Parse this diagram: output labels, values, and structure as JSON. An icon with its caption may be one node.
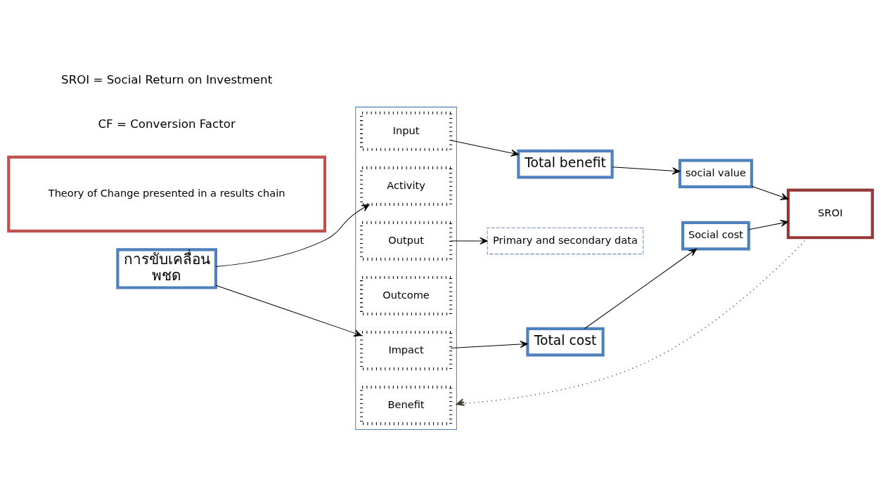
{
  "diagram": {
    "nodes": [
      {
        "text": [
          "การขับเคลื่อน",
          "พชด"
        ]
      },
      {
        "text": [],
        "shape": "box"
      },
      {
        "text": [
          "Input"
        ],
        "in": 1
      },
      {
        "text": [
          "Activity"
        ],
        "in": 1
      },
      {
        "text": [
          "Output"
        ],
        "in": 1
      },
      {
        "text": [
          "Outcome"
        ],
        "in": 1
      },
      {
        "text": [
          "Impact"
        ],
        "in": 1
      },
      {
        "text": [
          "Benefit"
        ],
        "in": 1
      },
      {
        "text": [
          "Total benefit"
        ]
      },
      {
        "text": [
          "social value"
        ]
      },
      {
        "text": [
          "Primary and secondary data"
        ]
      },
      {
        "text": [
          "Total cost"
        ]
      },
      {
        "text": [
          "Social cost"
        ]
      },
      {
        "text": [
          "SROI"
        ]
      },
      {
        "text": [
          "Theory of Change presented in a results chain"
        ]
      }
    ],
    "edges": [
      {
        "from": 0,
        "to": 3,
        "arrow": "to"
      },
      {
        "from": 0,
        "to": 6,
        "arrow": "to"
      },
      {
        "from": 2,
        "to": 8,
        "arrow": "to"
      },
      {
        "from": 8,
        "to": 9,
        "arrow": "to"
      },
      {
        "from": 9,
        "to": 13,
        "arrow": "to"
      },
      {
        "from": 4,
        "to": 10,
        "arrow": "to"
      },
      {
        "from": 6,
        "to": 11,
        "arrow": "to"
      },
      {
        "from": 11,
        "to": 12,
        "arrow": "to"
      },
      {
        "from": 12,
        "to": 13,
        "arrow": "to"
      },
      {
        "from": 13,
        "to": 1,
        "arrow": "to",
        "style": "dashed",
        "color": "#3f3f2f"
      }
    ],
    "labels": [
      "CF = Conversion Factor",
      "SROI = Social Return on Investment"
    ]
  }
}
